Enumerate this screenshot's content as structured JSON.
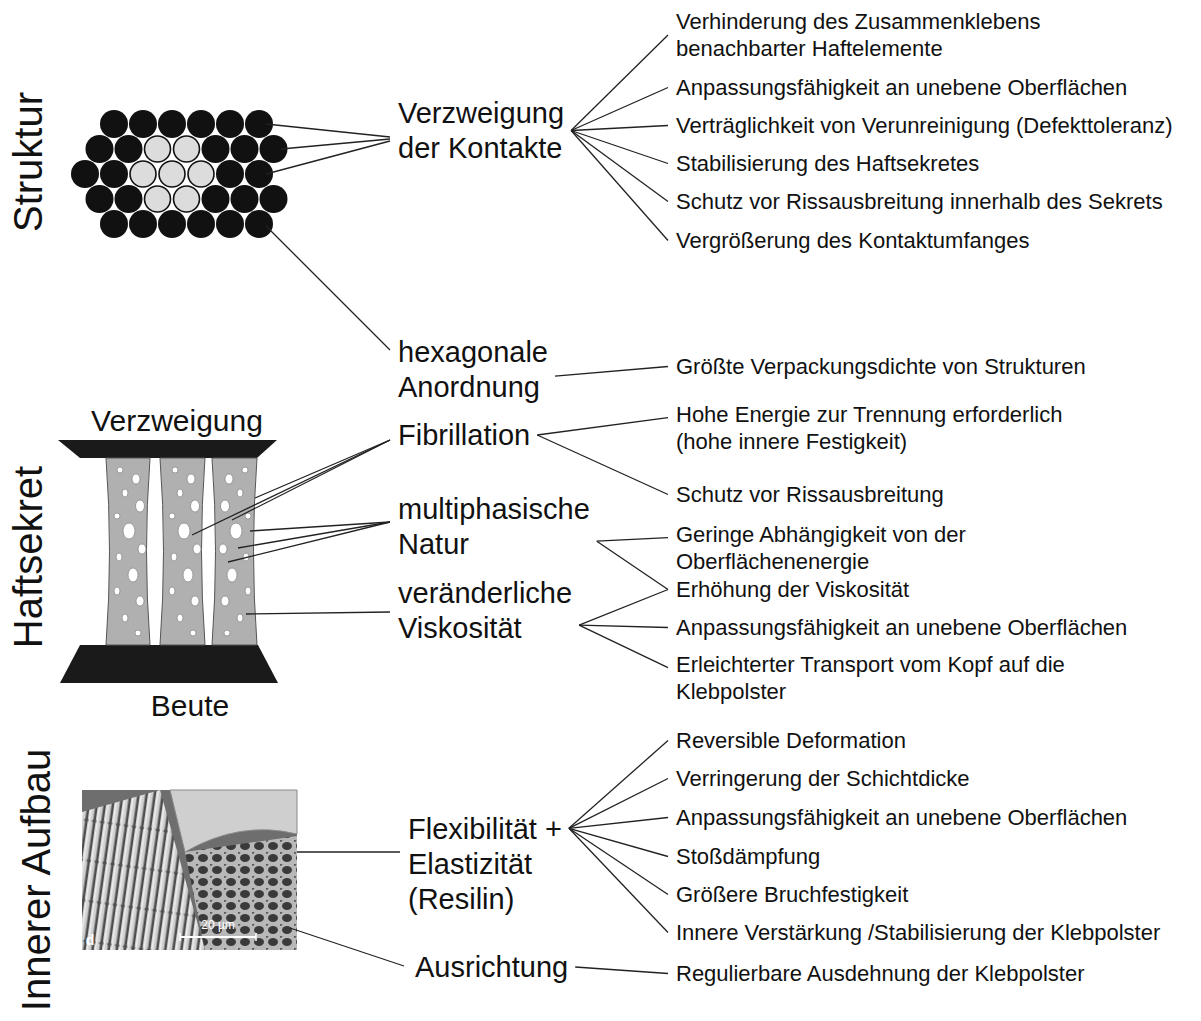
{
  "diagram": {
    "nodes": [
      {
        "text": [
          "Verzweigung der Kontakte"
        ]
      },
      {
        "text": [
          "Verhinderung des Zusammenklebens benachbarter Haftelemente"
        ]
      },
      {
        "text": [
          "Anpassungsfähigkeit an unebene Oberflächen"
        ]
      },
      {
        "text": [
          "Verträglichkeit von Verunreinigung (Defekttoleranz)"
        ]
      },
      {
        "text": [
          "Stabilisierung des Haftsekretes"
        ]
      },
      {
        "text": [
          "Schutz vor Rissausbreitung innerhalb des Sekrets"
        ]
      },
      {
        "text": [
          "Vergrößerung des Kontaktumfanges"
        ]
      },
      {
        "text": [
          "hexagonale Anordnung"
        ]
      },
      {
        "text": [
          "Größte Verpackungsdichte von Strukturen"
        ]
      },
      {
        "text": [
          "Fibrillation"
        ]
      },
      {
        "text": [
          "Hohe Energie zur Trennung erforderlich (hohe innere Festigkeit)"
        ]
      },
      {
        "text": [
          "Schutz vor Rissausbreitung"
        ]
      },
      {
        "text": [
          "multiphasische Natur"
        ]
      },
      {
        "text": [
          "Geringe Abhängigkeit von der Oberflächenenergie"
        ]
      },
      {
        "text": [
          "Erhöhung der Viskosität"
        ]
      },
      {
        "text": [
          "veränderliche Viskosität"
        ]
      },
      {
        "text": [
          "Anpassungsfähigkeit an unebene Oberflächen"
        ]
      },
      {
        "text": [
          "Erleichterter Transport vom Kopf auf die Klebpolster"
        ]
      },
      {
        "text": [
          "Flexibilität + Elastizität (Resilin)"
        ]
      },
      {
        "text": [
          "Reversible Deformation"
        ]
      },
      {
        "text": [
          "Verringerung der Schichtdicke"
        ]
      },
      {
        "text": [
          "Anpassungsfähigkeit an unebene Oberflächen"
        ]
      },
      {
        "text": [
          "Stoßdämpfung"
        ]
      },
      {
        "text": [
          "Größere Bruchfestigkeit"
        ]
      },
      {
        "text": [
          "Innere Verstärkung /Stabilisierung der Klebpolster"
        ]
      },
      {
        "text": [
          "Ausrichtung"
        ]
      },
      {
        "text": [
          "Regulierbare Ausdehnung der Klebpolster"
        ]
      }
    ],
    "edges": [
      {
        "from": 0,
        "to": 1,
        "arrow": "none"
      },
      {
        "from": 0,
        "to": 2,
        "arrow": "none"
      },
      {
        "from": 0,
        "to": 3,
        "arrow": "none"
      },
      {
        "from": 0,
        "to": 4,
        "arrow": "none"
      },
      {
        "from": 0,
        "to": 5,
        "arrow": "none"
      },
      {
        "from": 0,
        "to": 6,
        "arrow": "none"
      },
      {
        "from": 7,
        "to": 8,
        "arrow": "none"
      },
      {
        "from": 9,
        "to": 10,
        "arrow": "none"
      },
      {
        "from": 9,
        "to": 11,
        "arrow": "none"
      },
      {
        "from": 12,
        "to": 13,
        "arrow": "none"
      },
      {
        "from": 12,
        "to": 14,
        "arrow": "none"
      },
      {
        "from": 15,
        "to": 14,
        "arrow": "none"
      },
      {
        "from": 15,
        "to": 16,
        "arrow": "none"
      },
      {
        "from": 15,
        "to": 17,
        "arrow": "none"
      },
      {
        "from": 18,
        "to": 19,
        "arrow": "none"
      },
      {
        "from": 18,
        "to": 20,
        "arrow": "none"
      },
      {
        "from": 18,
        "to": 21,
        "arrow": "none"
      },
      {
        "from": 18,
        "to": 22,
        "arrow": "none"
      },
      {
        "from": 18,
        "to": 23,
        "arrow": "none"
      },
      {
        "from": 18,
        "to": 24,
        "arrow": "none"
      },
      {
        "from": 25,
        "to": 26,
        "arrow": "none"
      }
    ],
    "labels": [
      "Struktur",
      "Verzweigung",
      "Haftsekret",
      "Beute",
      "Innerer Aufbau",
      "d",
      "20 µm"
    ]
  }
}
